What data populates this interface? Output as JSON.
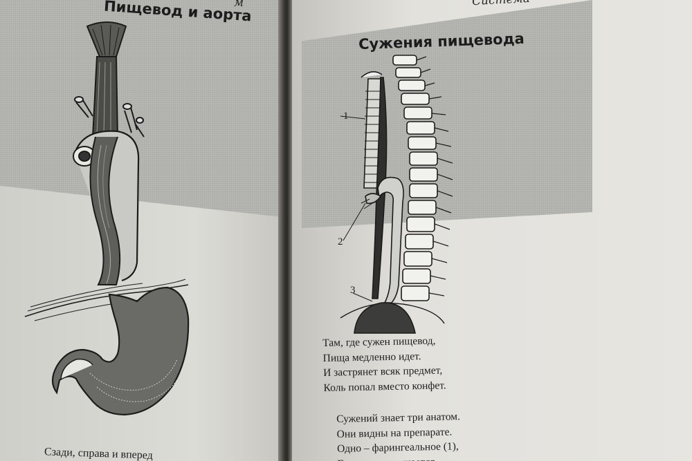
{
  "left_page": {
    "running_head": "м",
    "heading": "Пищевод и аорта",
    "caption_line": "Сзади, справа и вперед"
  },
  "right_page": {
    "running_head": "Система",
    "heading": "Сужения пищевода",
    "figure_labels": [
      "1",
      "2",
      "3"
    ],
    "verse_1": [
      "Там, где сужен пищевод,",
      "Пища медленно идет.",
      "И застрянет всяк предмет,",
      "Коль попал вместо конфет."
    ],
    "verse_2": [
      "Сужений знает три анатом.",
      "Они видны на препарате.",
      "Одно – фарингеальное (1),",
      "Где орган начинается"
    ]
  }
}
